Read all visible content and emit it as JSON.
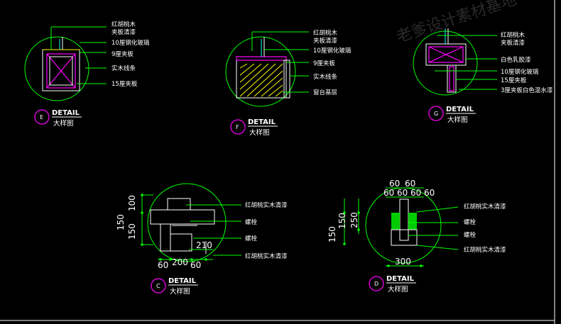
{
  "watermark": "老爹设计素材基地",
  "details": {
    "E": {
      "tag": "E",
      "title": "DETAIL",
      "subtitle": "大样图",
      "labels": [
        "红胡桃木",
        "夹板清漆",
        "10厘钢化玻璃",
        "9厘夹板",
        "实木线条",
        "15厘夹板"
      ]
    },
    "F": {
      "tag": "F",
      "title": "DETAIL",
      "subtitle": "大样图",
      "labels": [
        "红胡桃木",
        "夹板清漆",
        "10厘钢化玻璃",
        "9厘夹板",
        "实木线条",
        "窗台基层"
      ]
    },
    "G": {
      "tag": "G",
      "title": "DETAIL",
      "subtitle": "大样图",
      "labels": [
        "红胡桃木",
        "夹板清漆",
        "白色乳胶漆",
        "10厘钢化玻璃",
        "15厘夹板",
        "3厘夹板白色混水漆"
      ]
    },
    "C": {
      "tag": "C",
      "title": "DETAIL",
      "subtitle": "大样图",
      "labels": [
        "红胡桃实木清漆",
        "螺栓",
        "螺栓",
        "红胡桃实木清漆"
      ],
      "dims": {
        "v_outer": "150",
        "v_inner1": "100",
        "v_inner2": "150",
        "right": "210",
        "bottom": [
          "60",
          "200",
          "60"
        ]
      }
    },
    "D": {
      "tag": "D",
      "title": "DETAIL",
      "subtitle": "大样图",
      "labels": [
        "红胡桃实木清漆",
        "螺栓",
        "螺栓",
        "红胡桃实木清漆"
      ],
      "dims": {
        "v_outer": "150",
        "v_inner1": "150",
        "v_inner2": "250",
        "top1": [
          "60",
          "60"
        ],
        "top2": [
          "60",
          "60",
          "60",
          "60"
        ],
        "bottom": "300"
      }
    }
  }
}
